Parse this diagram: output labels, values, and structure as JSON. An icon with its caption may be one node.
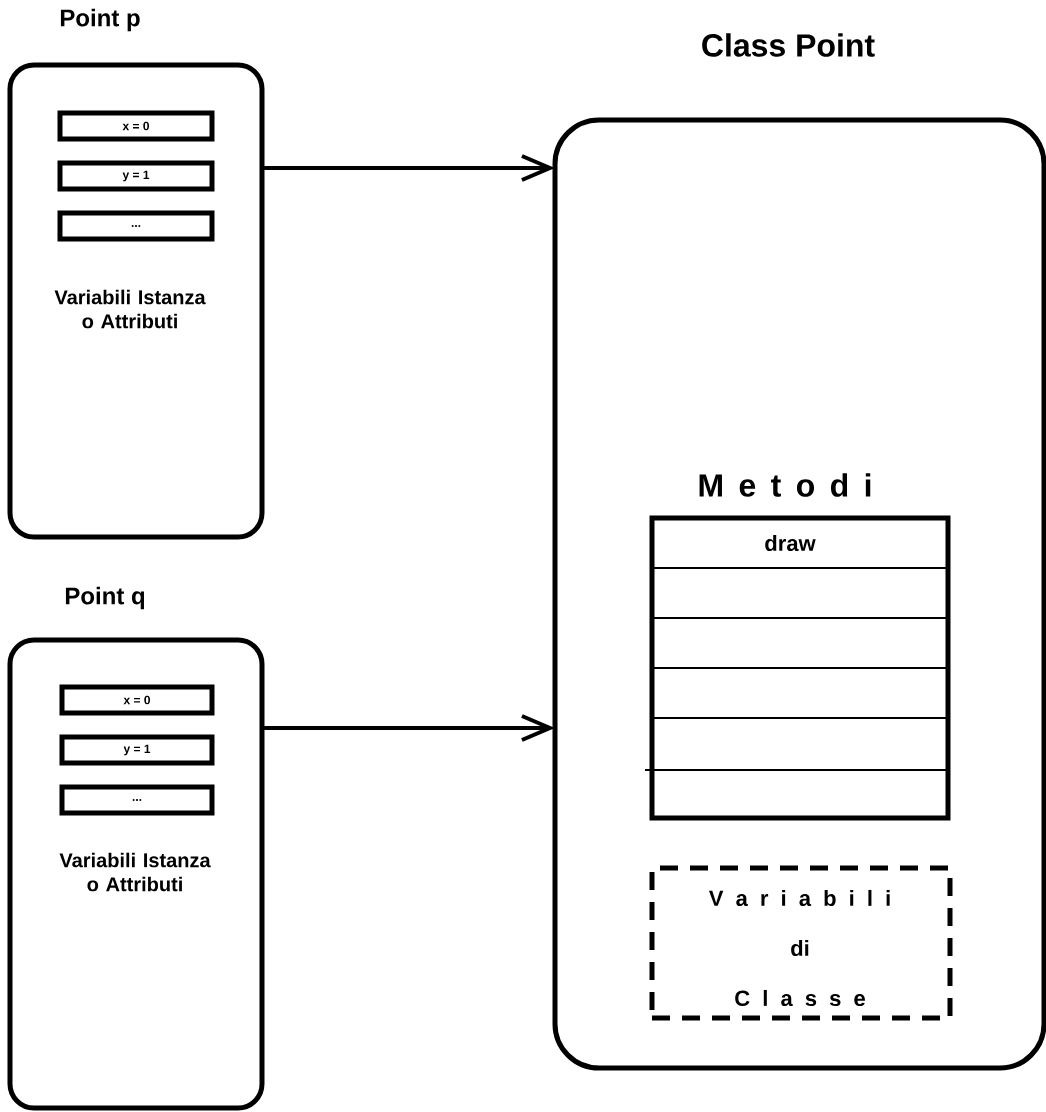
{
  "diagram": {
    "nodes": [
      {
        "text": [
          "Point p",
          "Variabili Istanza o Attributi"
        ]
      },
      {
        "text": [
          "x = 0"
        ],
        "in": 0
      },
      {
        "text": [
          "y = 1"
        ],
        "in": 0
      },
      {
        "text": [
          "..."
        ],
        "in": 0
      },
      {
        "text": [
          "Point q",
          "Variabili Istanza o Attributi"
        ]
      },
      {
        "text": [
          "x = 0"
        ],
        "in": 4
      },
      {
        "text": [
          "y = 1"
        ],
        "in": 4
      },
      {
        "text": [
          "..."
        ],
        "in": 4
      },
      {
        "text": [
          "Class Point"
        ]
      },
      {
        "text": [
          "M e t o d i",
          "draw"
        ],
        "in": 8
      },
      {
        "text": [
          "V a r i a b i l i",
          "di",
          "C l a s s e"
        ],
        "in": 8
      }
    ],
    "edges": [
      {
        "from": 0,
        "to": 8,
        "arrow": "to"
      },
      {
        "from": 4,
        "to": 8,
        "arrow": "to"
      }
    ]
  }
}
